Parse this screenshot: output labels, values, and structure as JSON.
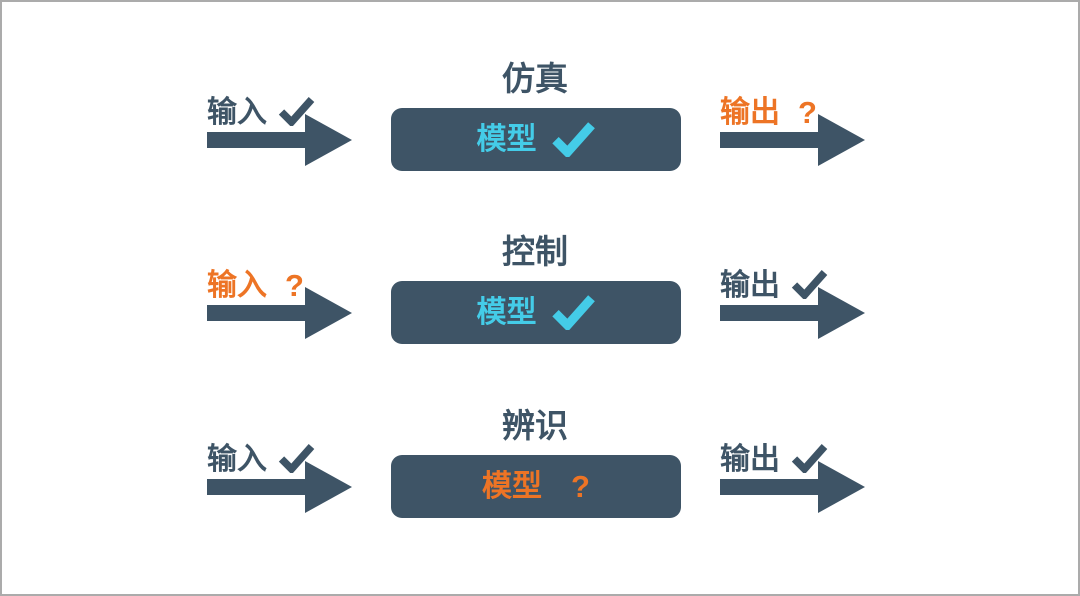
{
  "canvas": {
    "background": "#FFFFFF",
    "border_color": "#ABABAB"
  },
  "colors": {
    "slate": "#3E5466",
    "cyan": "#44CCE8",
    "orange": "#ED7425"
  },
  "rows": [
    {
      "title": "仿真",
      "input": {
        "label": "输入",
        "mark": "check"
      },
      "model": {
        "label": "模型",
        "mark": "check"
      },
      "output": {
        "label": "输出",
        "mark": "question",
        "mark_text": "?"
      }
    },
    {
      "title": "控制",
      "input": {
        "label": "输入",
        "mark": "question",
        "mark_text": "?"
      },
      "model": {
        "label": "模型",
        "mark": "check"
      },
      "output": {
        "label": "输出",
        "mark": "check"
      }
    },
    {
      "title": "辨识",
      "input": {
        "label": "输入",
        "mark": "check"
      },
      "model": {
        "label": "模型",
        "mark": "question",
        "mark_text": "?"
      },
      "output": {
        "label": "输出",
        "mark": "check"
      }
    }
  ]
}
